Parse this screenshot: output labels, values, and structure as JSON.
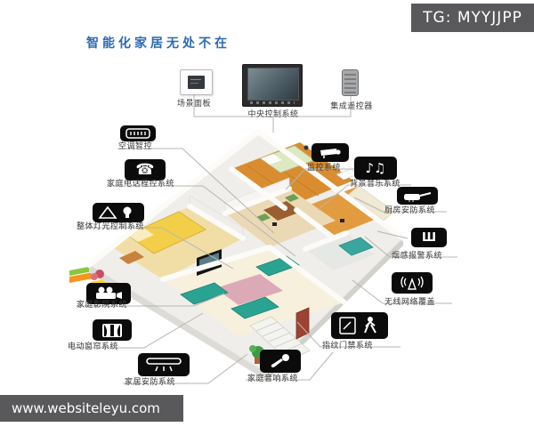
{
  "title": "智能化家居无处不在",
  "tg_badge": "TG: MYYJJPP",
  "watermark": "www.websiteleyu.com",
  "colors": {
    "title_blue": "#2d6ab0",
    "badge_bg": "#59595b",
    "icon_bg": "#0b0b0b",
    "connector_line": "#b5b5b5"
  },
  "top_devices": {
    "scene_panel": {
      "label": "场景面板"
    },
    "central_control": {
      "label": "中央控制系统"
    },
    "remote": {
      "label": "集成遥控器"
    }
  },
  "systems": {
    "ac": {
      "label": "空调智控"
    },
    "phone": {
      "label": "家庭电话程控系统"
    },
    "lighting": {
      "label": "整体灯光控制系统"
    },
    "theater": {
      "label": "家庭影院系统"
    },
    "curtain": {
      "label": "电动窗帘系统"
    },
    "home_security": {
      "label": "家居安防系统"
    },
    "audio": {
      "label": "家庭音响系统"
    },
    "fingerprint": {
      "label": "指纹门禁系统"
    },
    "wireless": {
      "label": "无线网络覆盖"
    },
    "smoke": {
      "label": "烟感报警系统"
    },
    "kitchen": {
      "label": "厨房安防系统"
    },
    "music": {
      "label": "背景音乐系统"
    },
    "camera": {
      "label": "监控系统"
    }
  },
  "glyphs": {
    "phone": "☎",
    "music": "♪♫",
    "smoke": "Ш"
  }
}
